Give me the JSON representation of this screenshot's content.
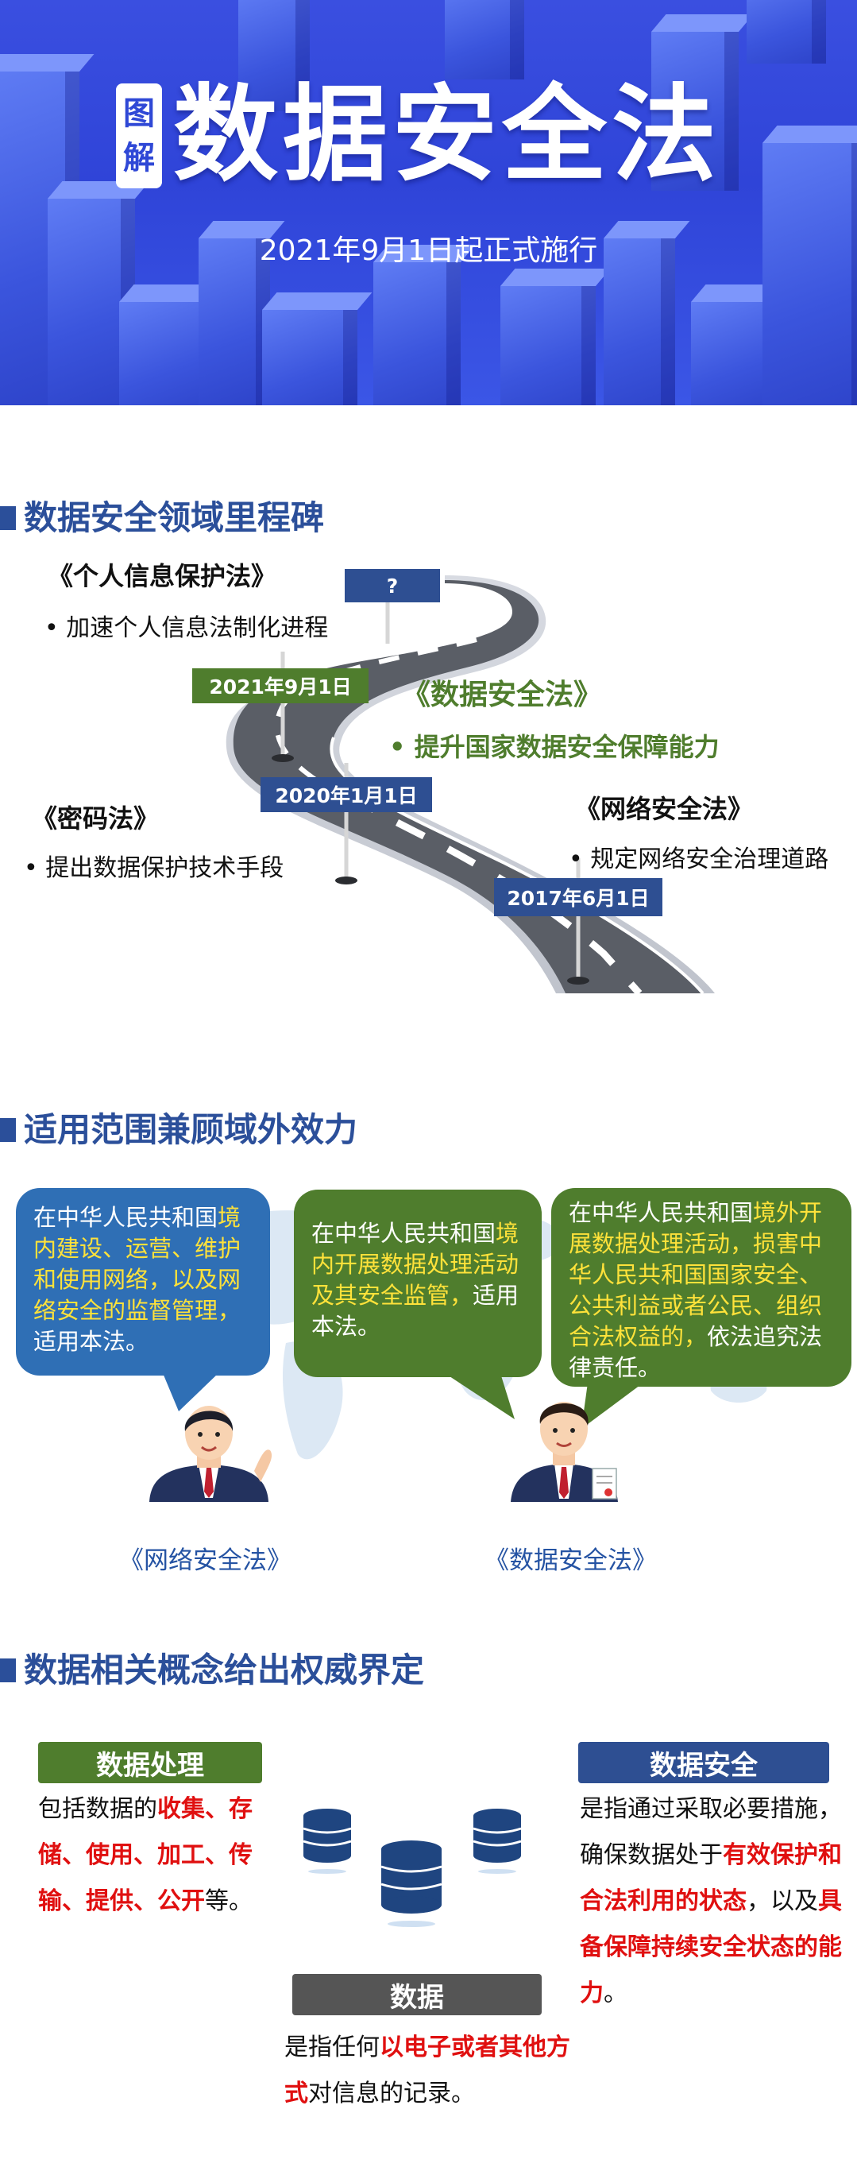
{
  "banner": {
    "badge_chars": [
      "图",
      "解"
    ],
    "title": "数据安全法",
    "subtitle": "2021年9月1日起正式施行"
  },
  "milestones": {
    "section_title": "数据安全领域里程碑",
    "unknown_tag": "?",
    "items": [
      {
        "law": "《个人信息保护法》",
        "desc": "• 加速个人信息法制化进程",
        "date": ""
      },
      {
        "law": "《数据安全法》",
        "desc": "• 提升国家数据安全保障能力",
        "date": "2021年9月1日"
      },
      {
        "law": "《密码法》",
        "desc": "• 提出数据保护技术手段",
        "date": "2020年1月1日"
      },
      {
        "law": "《网络安全法》",
        "desc": "• 规定网络安全治理道路",
        "date": "2017年6月1日"
      }
    ]
  },
  "scope": {
    "section_title": "适用范围兼顾域外效力",
    "bubbles": [
      {
        "parts": [
          "在中华人民共和国",
          "境内建设、运营、维护和使用网络，以及网络安全的监督管理，",
          "适用本法。"
        ]
      },
      {
        "parts": [
          "在中华人民共和国",
          "境内开展数据处理活动及其安全监管，",
          "适用本法。"
        ]
      },
      {
        "parts": [
          "在中华人民共和国",
          "境外开展数据处理活动，损害中华人民共和国国家安全、公共利益或者公民、组织合法权益的，",
          "依法追究法律责任。"
        ]
      }
    ],
    "captions": [
      "《网络安全法》",
      "《数据安全法》"
    ]
  },
  "concepts": {
    "section_title": "数据相关概念给出权威界定",
    "processing": {
      "label": "数据处理",
      "pre": "包括数据的",
      "highlight": "收集、存储、使用、加工、传输、提供、公开",
      "post": "等。"
    },
    "security": {
      "label": "数据安全",
      "pre": "是指通过采取必要措施，确保数据处于",
      "highlight1": "有效保护和合法利用的状态",
      "mid": "，以及",
      "highlight2": "具备保障持续安全状态的能力",
      "post": "。"
    },
    "data": {
      "label": "数据",
      "pre": "是指任何",
      "highlight": "以电子或者其他方式",
      "post": "对信息的记录。"
    }
  },
  "colors": {
    "banner_blue": "#3448dc",
    "section_blue": "#2b4f9a",
    "tag_green": "#4f7d2d",
    "bubble_blue": "#2f6fb5",
    "bubble_green": "#4f7d2d",
    "highlight_yellow": "#ffe23a",
    "highlight_red": "#e01010",
    "data_gray": "#555555"
  },
  "icons": [
    "database-icon",
    "road-icon",
    "man-avatar-icon",
    "world-map-icon"
  ]
}
